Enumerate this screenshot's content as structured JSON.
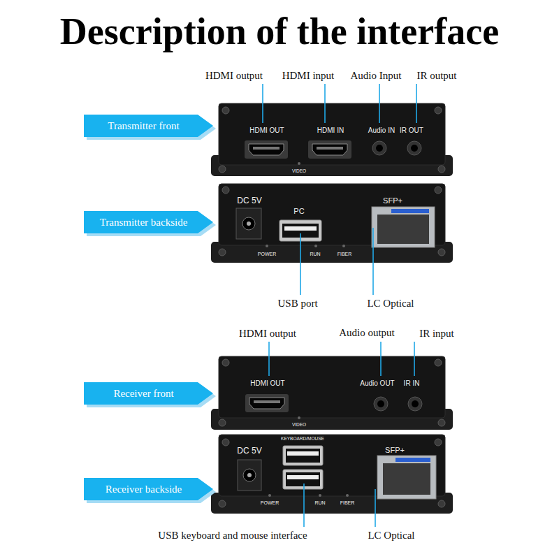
{
  "diagram": {
    "title": "Description of the interface",
    "nodes": [
      {
        "text": [
          "Transmitter front"
        ]
      },
      {
        "text": [
          "HDMI OUT",
          "VIDEO",
          "HDMI IN",
          "Audio IN",
          "IR OUT"
        ]
      },
      {
        "text": [
          "Transmitter backside"
        ]
      },
      {
        "text": [
          "DC 5V",
          "PC",
          "SFP+",
          "POWER",
          "RUN",
          "FIBER"
        ]
      },
      {
        "text": [
          "Receiver front"
        ]
      },
      {
        "text": [
          "HDMI OUT",
          "VIDEO",
          "Audio OUT",
          "IR IN"
        ]
      },
      {
        "text": [
          "Receiver backside"
        ]
      },
      {
        "text": [
          "KEYBOARD/MOUSE",
          "DC 5V",
          "SFP+",
          "POWER",
          "RUN",
          "FIBER"
        ]
      }
    ],
    "labels": [
      "HDMI output",
      "HDMI input",
      "Audio Input",
      "IR output",
      "USB port",
      "LC Optical",
      "HDMI output",
      "Audio output",
      "IR input",
      "USB keyboard and mouse interface",
      "LC Optical"
    ]
  }
}
